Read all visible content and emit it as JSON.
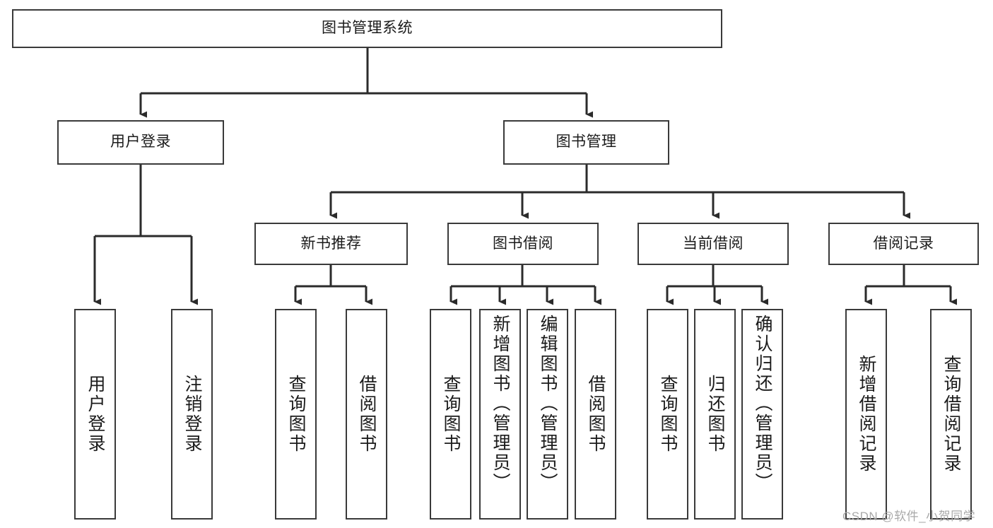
{
  "diagram": {
    "type": "hierarchy-tree",
    "title": "图书管理系统",
    "watermark": "CSDN @软件_小贺同学",
    "colors": {
      "box_border": "#3a3a3a",
      "box_fill": "#ffffff",
      "connector": "#2b2b2b",
      "text": "#1b1b1b",
      "watermark": "#a9a9a9"
    },
    "levels": {
      "root": {
        "label": "图书管理系统"
      },
      "level2": [
        {
          "label": "用户登录"
        },
        {
          "label": "图书管理"
        }
      ],
      "level3": [
        {
          "label": "新书推荐"
        },
        {
          "label": "图书借阅"
        },
        {
          "label": "当前借阅"
        },
        {
          "label": "借阅记录"
        }
      ],
      "leaves": {
        "user_login": [
          {
            "label": "用户登录"
          },
          {
            "label": "注销登录"
          }
        ],
        "new_book_recommend": [
          {
            "label": "查询图书"
          },
          {
            "label": "借阅图书"
          }
        ],
        "book_borrow": [
          {
            "label": "查询图书"
          },
          {
            "label": "新增图书（管理员）"
          },
          {
            "label": "编辑图书（管理员）"
          },
          {
            "label": "借阅图书"
          }
        ],
        "current_borrow": [
          {
            "label": "查询图书"
          },
          {
            "label": "归还图书"
          },
          {
            "label": "确认归还（管理员）"
          }
        ],
        "borrow_record": [
          {
            "label": "新增借阅记录"
          },
          {
            "label": "查询借阅记录"
          }
        ]
      }
    }
  }
}
